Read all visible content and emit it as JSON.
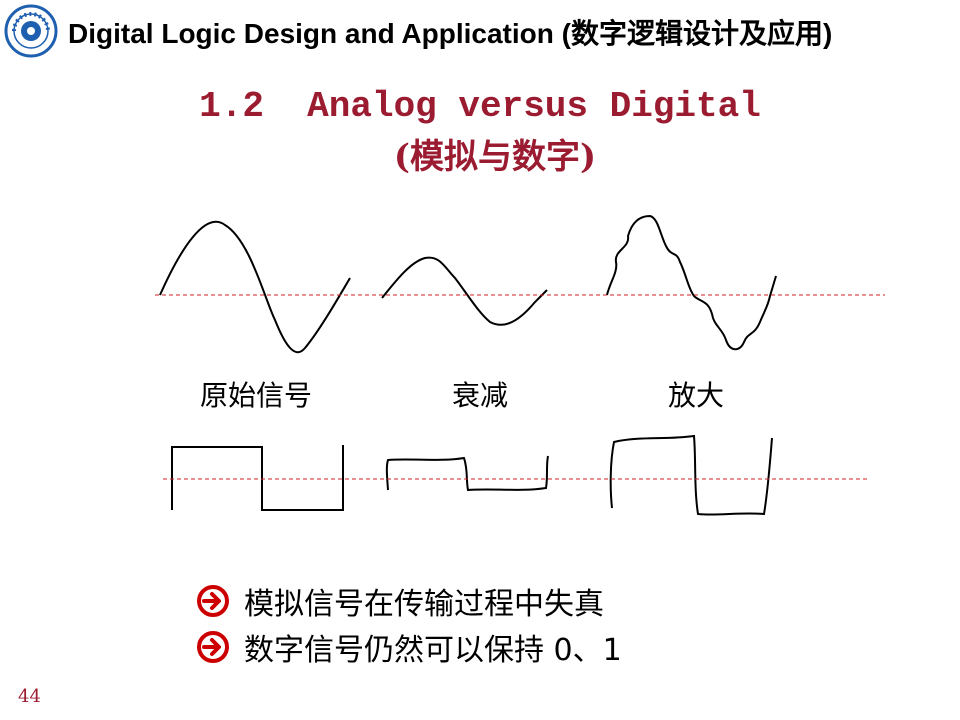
{
  "header": {
    "title": "Digital Logic Design and Application (数字逻辑设计及应用)",
    "logo_icon": "university-seal-icon"
  },
  "slide": {
    "title": "1.2  Analog versus Digital",
    "subtitle": "(模拟与数字)"
  },
  "waveforms": {
    "labels": [
      "原始信号",
      "衰减",
      "放大"
    ]
  },
  "bullets": [
    "模拟信号在传输过程中失真",
    "数字信号仍然可以保持 0、1"
  ],
  "page_number": "44",
  "colors": {
    "title": "#9b1b30",
    "logo": "#1f5fb0",
    "bullet_arrow": "#cc0000",
    "reference_line": "#cc2222"
  }
}
